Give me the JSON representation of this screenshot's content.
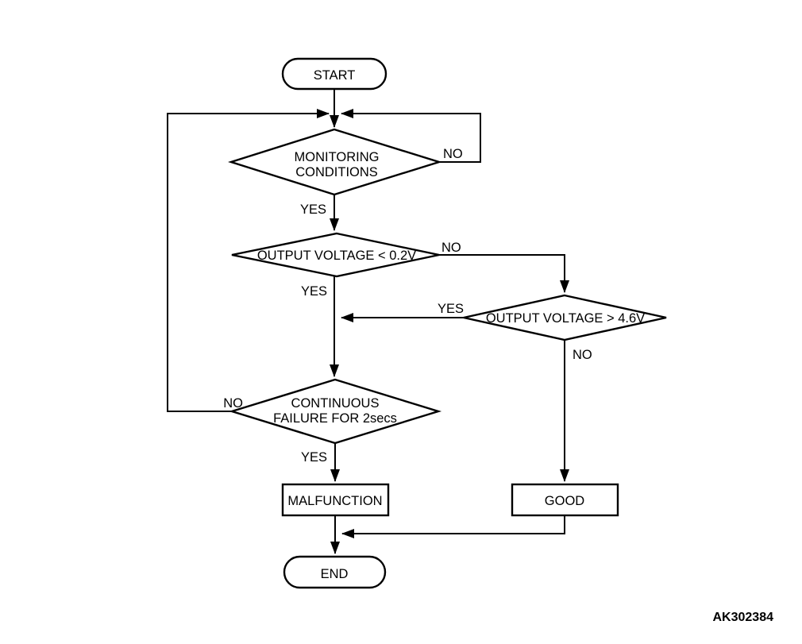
{
  "diagram": {
    "type": "flowchart",
    "figure_code": "AK302384",
    "colors": {
      "line": "#000000",
      "background": "#ffffff",
      "text": "#000000"
    },
    "nodes": {
      "start": {
        "type": "terminator",
        "label": "START"
      },
      "monitoring_conditions": {
        "type": "decision",
        "line1": "MONITORING",
        "line2": "CONDITIONS"
      },
      "output_voltage_low": {
        "type": "decision",
        "label": "OUTPUT VOLTAGE < 0.2V"
      },
      "output_voltage_high": {
        "type": "decision",
        "label": "OUTPUT VOLTAGE > 4.6V"
      },
      "continuous_failure": {
        "type": "decision",
        "line1": "CONTINUOUS",
        "line2": "FAILURE FOR 2secs"
      },
      "malfunction": {
        "type": "process",
        "label": "MALFUNCTION"
      },
      "good": {
        "type": "process",
        "label": "GOOD"
      },
      "end": {
        "type": "terminator",
        "label": "END"
      }
    },
    "edge_labels": {
      "monitoring_no": "NO",
      "monitoring_yes": "YES",
      "voltage_low_no": "NO",
      "voltage_low_yes": "YES",
      "voltage_high_yes": "YES",
      "voltage_high_no": "NO",
      "failure_no": "NO",
      "failure_yes": "YES"
    }
  }
}
